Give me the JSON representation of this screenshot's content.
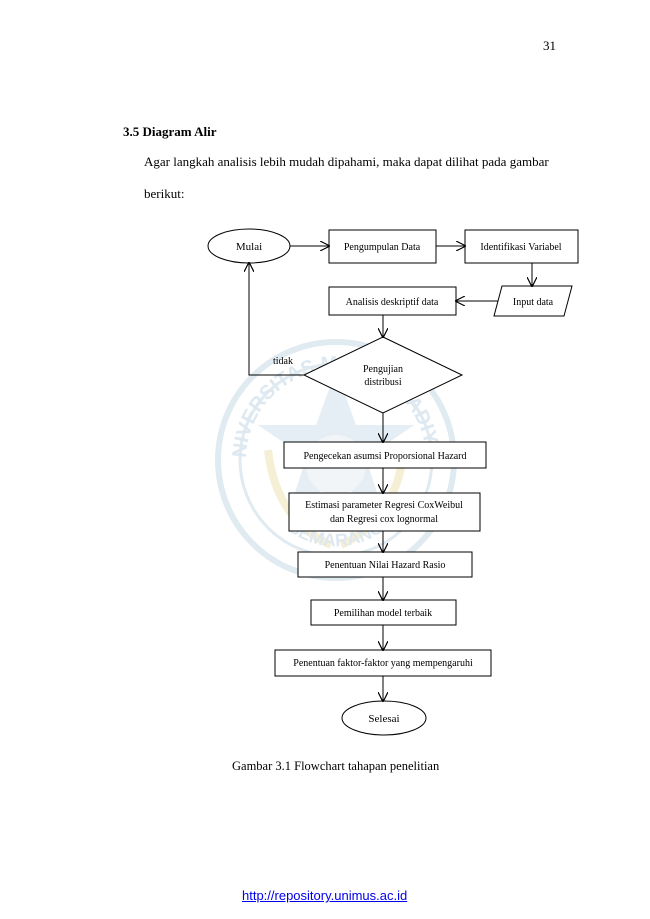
{
  "page_number": "31",
  "section_heading": "3.5 Diagram Alir",
  "paragraph_line1": "Agar langkah analisis lebih mudah dipahami, maka dapat dilihat pada gambar",
  "paragraph_line2": "berikut:",
  "flowchart": {
    "mulai": "Mulai",
    "pengumpulan": "Pengumpulan Data",
    "identifikasi": "Identifikasi Variabel",
    "input": "Input data",
    "analisis": "Analisis deskriptif data",
    "pengujian_line1": "Pengujian",
    "pengujian_line2": "distribusi",
    "tidak": "tidak",
    "pengecekan": "Pengecekan asumsi Proporsional  Hazard",
    "estimasi_line1": "Estimasi parameter Regresi CoxWeibul",
    "estimasi_line2": "dan Regresi cox lognormal",
    "penentuan_hazard": "Penentuan Nilai Hazard Rasio",
    "pemilihan": "Pemilihan model terbaik",
    "penentuan_faktor": "Penentuan faktor-faktor yang mempengaruhi",
    "selesai": "Selesai"
  },
  "caption": "Gambar 3.1 Flowchart tahapan penelitian",
  "footer_link": "http://repository.unimus.ac.id",
  "watermark_text_top": "UNIVERSITAS MUHAMMADIYAH",
  "watermark_text_bottom": "SEMARANG"
}
